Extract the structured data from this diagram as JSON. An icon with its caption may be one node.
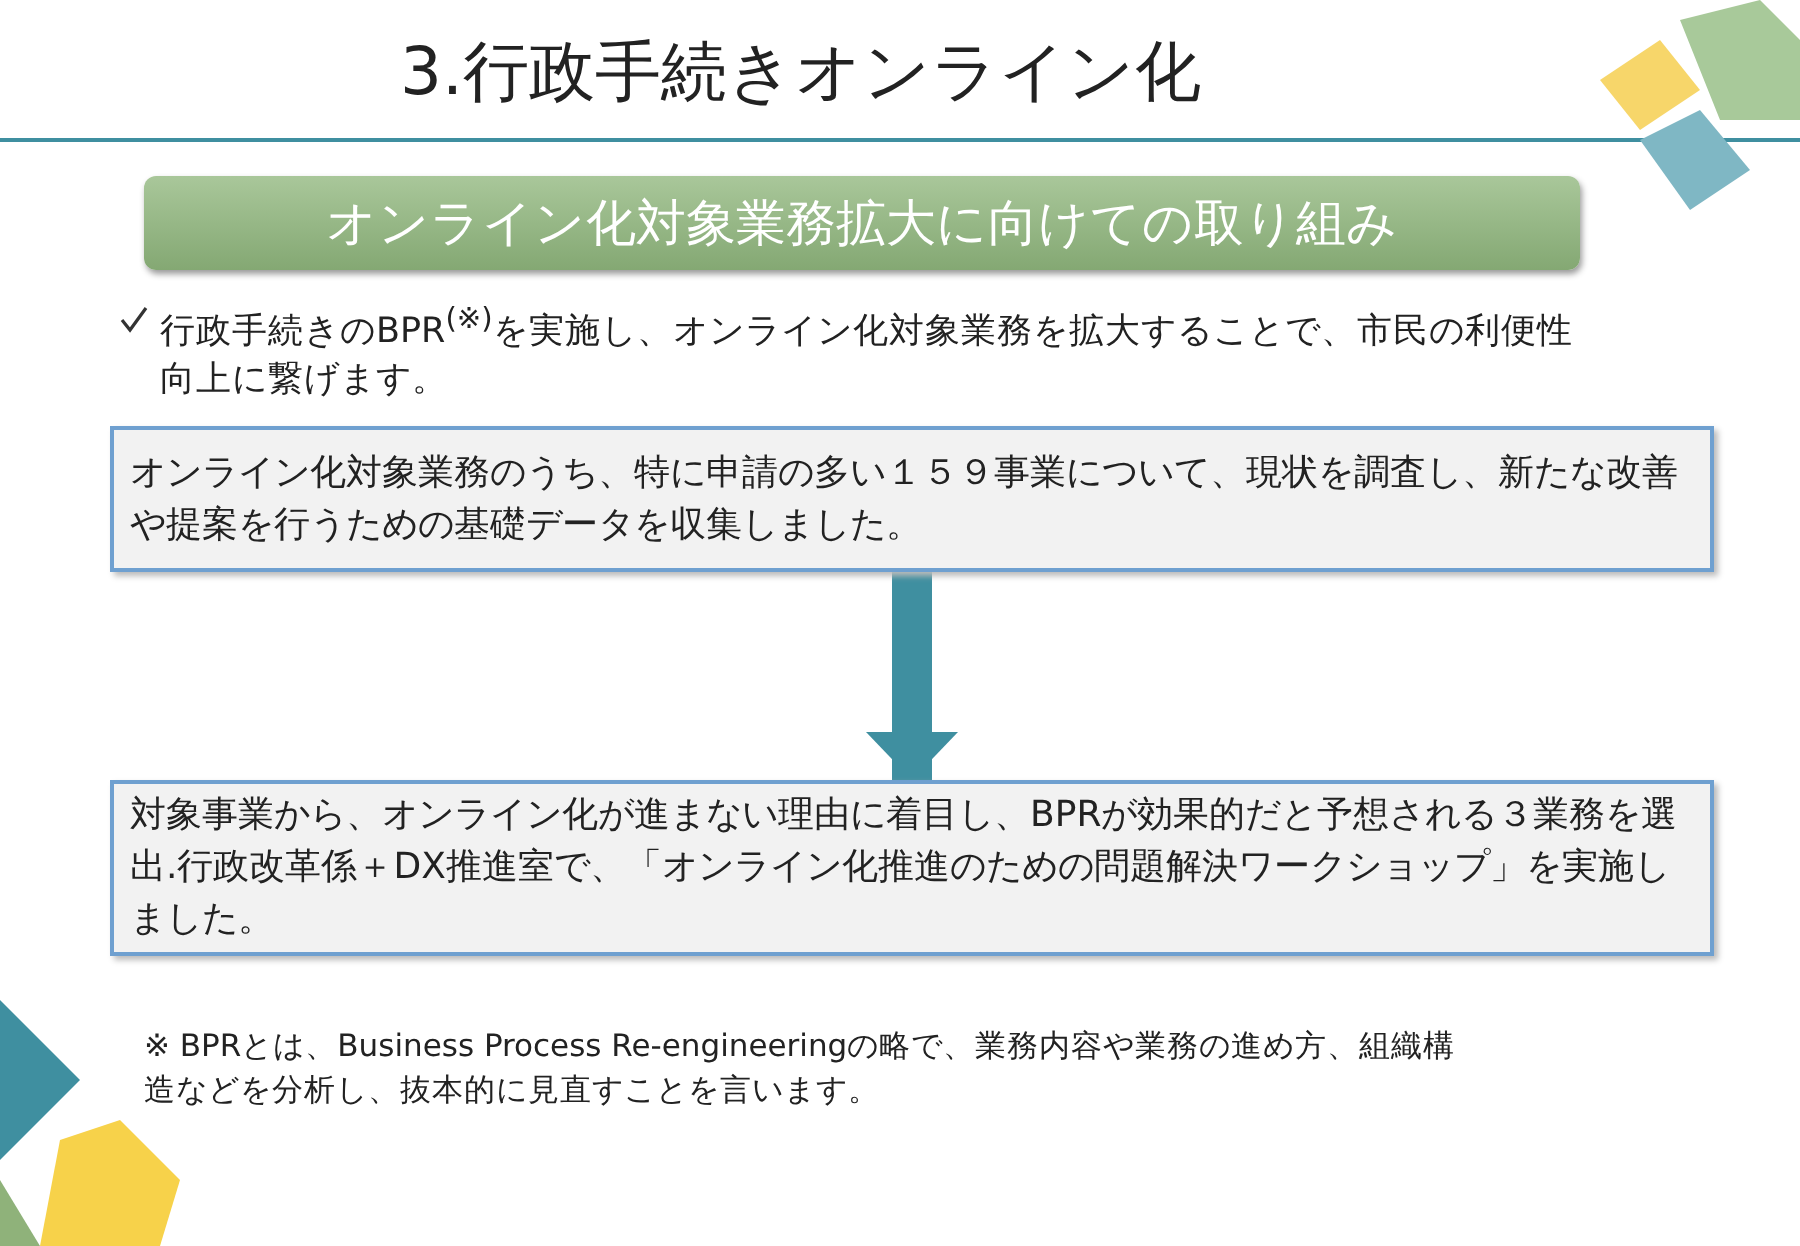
{
  "diagram": {
    "title": "3.行政手続きオンライン化",
    "nodes": [
      {
        "text": [
          "オンライン化対象業務拡大に向けての取り組み"
        ]
      },
      {
        "text": [
          "オンライン化対象業務のうち、特に申請の多い１５９事業について、現状を調査し、新たな改善や提案を行うための基礎データを収集しました。"
        ]
      },
      {
        "text": [
          "対象事業から、オンライン化が進まない理由に着目し、BPRが効果的だと予想される３業務を選出.行政改革係＋DX推進室で、「オンライン化推進のための問題解決ワークショップ」を実施しました。"
        ]
      }
    ],
    "edges": [
      {
        "from": 1,
        "to": 2,
        "arrow": "to"
      }
    ],
    "labels": [
      "行政手続きのBPR$^{(※)}$を実施し、オンライン化対象業務を拡大することで、市民の利便性向上に繋げます。",
      "※ BPRとは、Business Process Re-engineeringの略で、業務内容や業務の進め方、組織構造などを分析し、抜本的に見直すことを言います。"
    ]
  }
}
